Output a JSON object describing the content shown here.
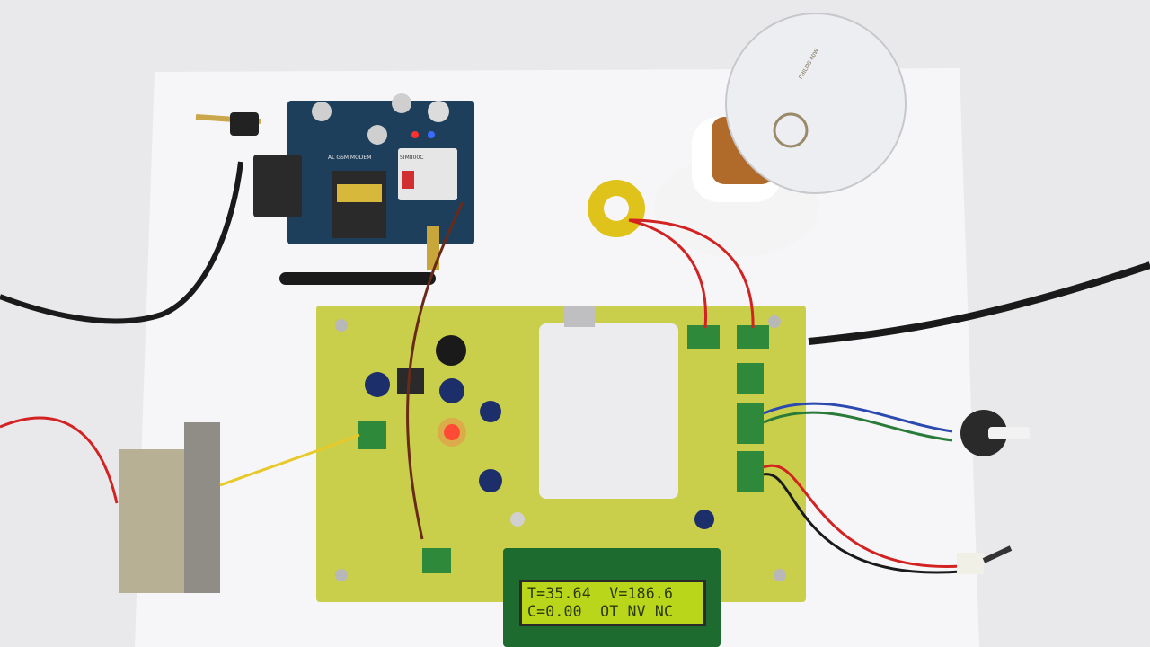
{
  "lcd": {
    "line1": "T=35.64  V=186.6",
    "line2": "C=0.00  OT NV NC"
  },
  "gsm_module": {
    "label": "AL GSM MODEM",
    "chip_label": "SIM800C"
  },
  "bulb": {
    "brand_text": "PHILIPS 40W"
  },
  "colors": {
    "background": "#e9e9ec",
    "pcb": "#c9cf4a",
    "gsm_board": "#1e3f5c",
    "lcd_screen": "#b9d61a",
    "led_red": "#ff3b2a"
  }
}
